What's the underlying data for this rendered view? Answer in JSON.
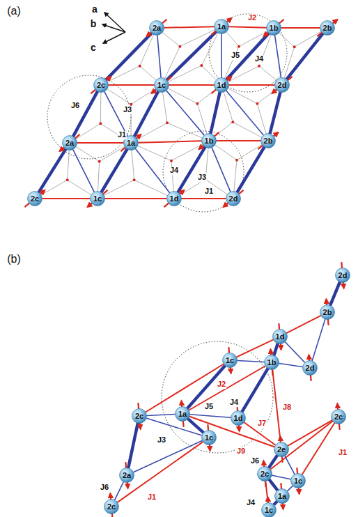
{
  "diagram": {
    "nodes": [
      {
        "text": [
          "2a"
        ]
      },
      {
        "text": [
          "1a"
        ]
      },
      {
        "text": [
          "1b"
        ]
      },
      {
        "text": [
          "2b"
        ]
      },
      {
        "text": [
          "2c"
        ]
      },
      {
        "text": [
          "1c"
        ]
      },
      {
        "text": [
          "1d"
        ]
      },
      {
        "text": [
          "2d"
        ]
      },
      {
        "text": [
          "2a"
        ]
      },
      {
        "text": [
          "1a"
        ]
      },
      {
        "text": [
          "1b"
        ]
      },
      {
        "text": [
          "2b"
        ]
      },
      {
        "text": [
          "2c"
        ]
      },
      {
        "text": [
          "1c"
        ]
      },
      {
        "text": [
          "1d"
        ]
      },
      {
        "text": [
          "2d"
        ]
      },
      {
        "text": [
          "2d"
        ]
      },
      {
        "text": [
          "2b"
        ]
      },
      {
        "text": [
          "1d"
        ]
      },
      {
        "text": [
          "2d"
        ]
      },
      {
        "text": [
          "1c"
        ]
      },
      {
        "text": [
          "1b"
        ]
      },
      {
        "text": [
          "2c"
        ]
      },
      {
        "text": [
          "1a"
        ]
      },
      {
        "text": [
          "1d"
        ]
      },
      {
        "text": [
          "2c"
        ]
      },
      {
        "text": [
          "1c"
        ]
      },
      {
        "text": [
          "2e"
        ]
      },
      {
        "text": [
          "2a"
        ]
      },
      {
        "text": [
          "2c"
        ]
      },
      {
        "text": [
          "1c"
        ]
      },
      {
        "text": [
          "2c"
        ]
      },
      {
        "text": [
          "1a"
        ]
      },
      {
        "text": [
          "1c"
        ]
      }
    ],
    "edges": [
      {
        "from": 0,
        "to": 1,
        "arrow": "none"
      },
      {
        "from": 1,
        "to": 2,
        "arrow": "none"
      },
      {
        "from": 2,
        "to": 3,
        "arrow": "none"
      },
      {
        "from": 4,
        "to": 5,
        "arrow": "none"
      },
      {
        "from": 5,
        "to": 6,
        "arrow": "none"
      },
      {
        "from": 6,
        "to": 7,
        "arrow": "none"
      },
      {
        "from": 8,
        "to": 9,
        "arrow": "none"
      },
      {
        "from": 9,
        "to": 10,
        "arrow": "none"
      },
      {
        "from": 10,
        "to": 11,
        "arrow": "none"
      },
      {
        "from": 12,
        "to": 13,
        "arrow": "none"
      },
      {
        "from": 13,
        "to": 14,
        "arrow": "none"
      },
      {
        "from": 14,
        "to": 15,
        "arrow": "none"
      },
      {
        "from": 12,
        "to": 8,
        "arrow": "none"
      },
      {
        "from": 8,
        "to": 4,
        "arrow": "none"
      },
      {
        "from": 4,
        "to": 0,
        "arrow": "none"
      },
      {
        "from": 13,
        "to": 9,
        "arrow": "none"
      },
      {
        "from": 9,
        "to": 5,
        "arrow": "none"
      },
      {
        "from": 5,
        "to": 1,
        "arrow": "none"
      },
      {
        "from": 14,
        "to": 10,
        "arrow": "none"
      },
      {
        "from": 10,
        "to": 6,
        "arrow": "none"
      },
      {
        "from": 6,
        "to": 2,
        "arrow": "none"
      },
      {
        "from": 15,
        "to": 11,
        "arrow": "none"
      },
      {
        "from": 11,
        "to": 7,
        "arrow": "none"
      },
      {
        "from": 7,
        "to": 3,
        "arrow": "none"
      },
      {
        "from": 0,
        "to": 5,
        "arrow": "none"
      },
      {
        "from": 1,
        "to": 6,
        "arrow": "none"
      },
      {
        "from": 2,
        "to": 7,
        "arrow": "none"
      },
      {
        "from": 4,
        "to": 9,
        "arrow": "none"
      },
      {
        "from": 5,
        "to": 10,
        "arrow": "none"
      },
      {
        "from": 6,
        "to": 11,
        "arrow": "none"
      },
      {
        "from": 8,
        "to": 13,
        "arrow": "none"
      },
      {
        "from": 9,
        "to": 14,
        "arrow": "none"
      },
      {
        "from": 10,
        "to": 15,
        "arrow": "none"
      },
      {
        "from": 16,
        "to": 17,
        "arrow": "none"
      },
      {
        "from": 17,
        "to": 19,
        "arrow": "none"
      },
      {
        "from": 17,
        "to": 18,
        "arrow": "none"
      },
      {
        "from": 18,
        "to": 19,
        "arrow": "none"
      },
      {
        "from": 18,
        "to": 21,
        "arrow": "none"
      },
      {
        "from": 19,
        "to": 21,
        "arrow": "none"
      },
      {
        "from": 20,
        "to": 21,
        "arrow": "none"
      },
      {
        "from": 20,
        "to": 18,
        "arrow": "none"
      },
      {
        "from": 20,
        "to": 23,
        "arrow": "none"
      },
      {
        "from": 21,
        "to": 24,
        "arrow": "none"
      },
      {
        "from": 23,
        "to": 24,
        "arrow": "none"
      },
      {
        "from": 21,
        "to": 23,
        "arrow": "none"
      },
      {
        "from": 20,
        "to": 22,
        "arrow": "none"
      },
      {
        "from": 22,
        "to": 23,
        "arrow": "none"
      },
      {
        "from": 22,
        "to": 28,
        "arrow": "none"
      },
      {
        "from": 23,
        "to": 26,
        "arrow": "none"
      },
      {
        "from": 22,
        "to": 26,
        "arrow": "none"
      },
      {
        "from": 26,
        "to": 28,
        "arrow": "none"
      },
      {
        "from": 28,
        "to": 31,
        "arrow": "none"
      },
      {
        "from": 26,
        "to": 31,
        "arrow": "none"
      },
      {
        "from": 23,
        "to": 27,
        "arrow": "none"
      },
      {
        "from": 21,
        "to": 27,
        "arrow": "none"
      },
      {
        "from": 24,
        "to": 27,
        "arrow": "none"
      },
      {
        "from": 25,
        "to": 27,
        "arrow": "none"
      },
      {
        "from": 25,
        "to": 30,
        "arrow": "none"
      },
      {
        "from": 25,
        "to": 29,
        "arrow": "none"
      },
      {
        "from": 27,
        "to": 29,
        "arrow": "none"
      },
      {
        "from": 27,
        "to": 30,
        "arrow": "none"
      },
      {
        "from": 29,
        "to": 30,
        "arrow": "none"
      },
      {
        "from": 29,
        "to": 32,
        "arrow": "none"
      },
      {
        "from": 30,
        "to": 32,
        "arrow": "none"
      },
      {
        "from": 32,
        "to": 33,
        "arrow": "none"
      },
      {
        "from": 29,
        "to": 33,
        "arrow": "none"
      }
    ],
    "labels": [
      "(a)",
      "a",
      "b",
      "c",
      "J2",
      "J5",
      "J4",
      "J6",
      "J3",
      "J1",
      "J4",
      "J3",
      "J1",
      "(b)",
      "J2",
      "J4",
      "J5",
      "J3",
      "J6",
      "J1",
      "J7",
      "J8",
      "J9",
      "J1",
      "J6",
      "J4"
    ]
  }
}
